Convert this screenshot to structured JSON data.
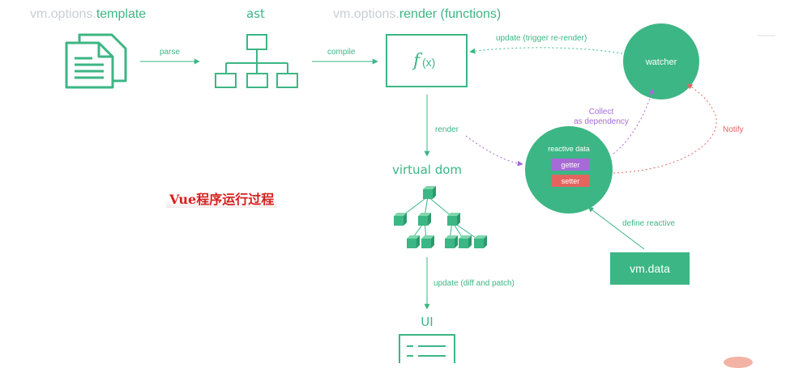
{
  "headings": {
    "template_prefix": "vm.options.",
    "template_suffix": "template",
    "ast": "ast",
    "render_prefix": "vm.options.",
    "render_suffix": "render (functions)",
    "virtual_dom": "virtual dom",
    "ui": "UI"
  },
  "function_box": {
    "f": "f",
    "x": "(x)"
  },
  "edge_labels": {
    "parse": "parse",
    "compile": "compile",
    "update_trigger": "update (trigger re-render)",
    "render": "render",
    "update_diff": "update (diff and patch)",
    "collect_line1": "Collect",
    "collect_line2": "as dependency",
    "notify": "Notify",
    "define_reactive": "define reactive"
  },
  "watcher": {
    "label": "watcher"
  },
  "reactive": {
    "title": "reactive data",
    "getter": "getter",
    "setter": "setter"
  },
  "vmdata": {
    "label": "vm.data"
  },
  "annotation": {
    "text": "Vue程序运行过程"
  },
  "colors": {
    "green": "#3cb684",
    "muted": "#c8cfd3",
    "getter": "#a66bd8",
    "setter": "#e46560",
    "annotation": "#d7201f"
  }
}
